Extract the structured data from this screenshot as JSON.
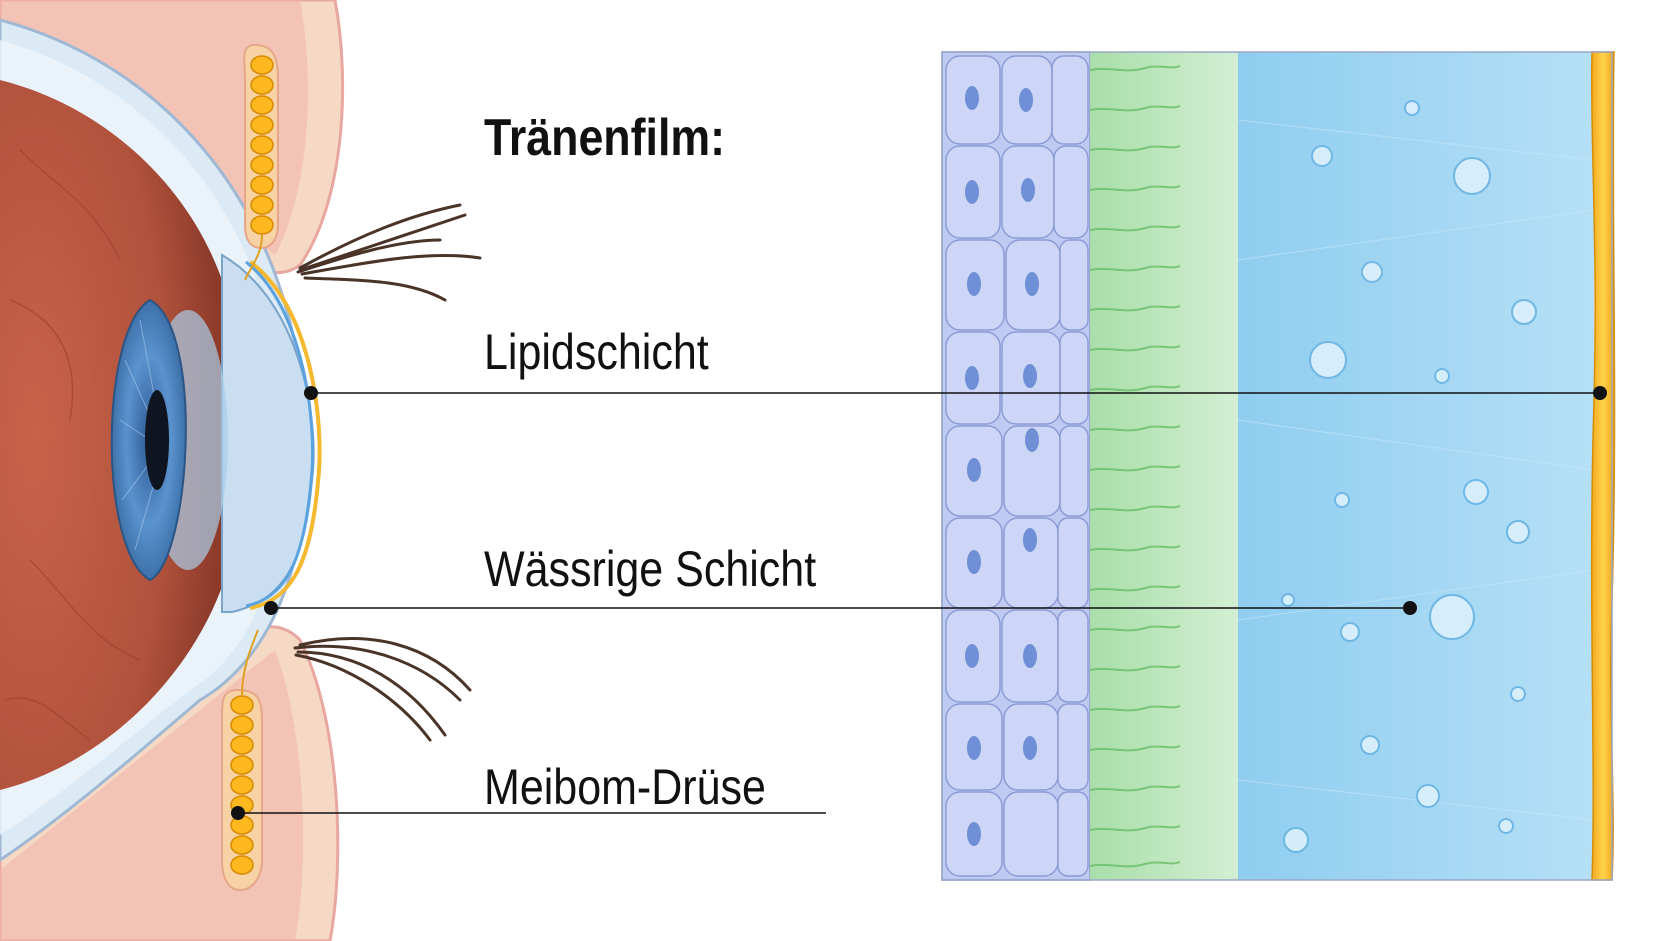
{
  "title": "Tränenfilm:",
  "labels": {
    "lipid": "Lipidschicht",
    "aqueous": "Wässrige Schicht",
    "gland": "Meibom-Drüse"
  },
  "colors": {
    "epithelium": "#b9c6f2",
    "mucin": "#bfe6bf",
    "aqueous": "#9fd4f2",
    "lipid": "#f5b82e",
    "iris": "#4f86c4",
    "eye_interior": "#b5533e",
    "eyelid_skin": "#f6d9c4",
    "leader_line": "#111111"
  }
}
